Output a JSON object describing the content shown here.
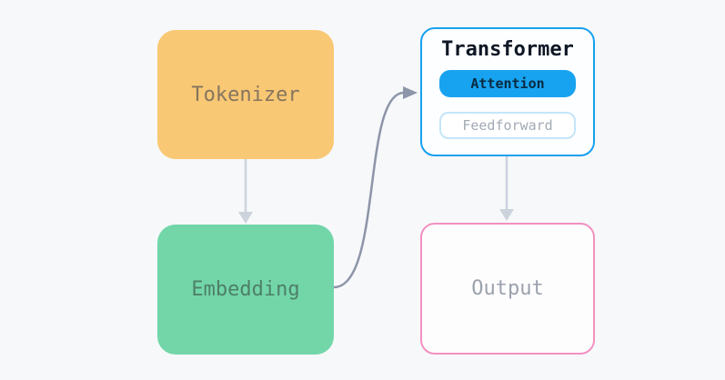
{
  "canvas": {
    "background_color": "#f7f8fa"
  },
  "nodes": {
    "tokenizer": {
      "label": "Tokenizer",
      "fill_color": "#f9c874",
      "text_color": "#85755f"
    },
    "embedding": {
      "label": "Embedding",
      "fill_color": "#72d6a9",
      "text_color": "#4e7f68"
    },
    "transformer": {
      "title": "Transformer",
      "border_color": "#18a0f0",
      "title_color": "#0e1726",
      "children": [
        {
          "label": "Attention",
          "fill_color": "#18a3f0",
          "text_color": "#082a41"
        },
        {
          "label": "Feedforward",
          "border_color": "#c4e5f9",
          "text_color": "#a2aab5"
        }
      ]
    },
    "output": {
      "label": "Output",
      "border_color": "#f291c1",
      "text_color": "#9ba2ad"
    }
  },
  "edges": [
    {
      "from": "tokenizer",
      "to": "embedding",
      "color": "#ccd3dd",
      "style": "straight-down-arrow"
    },
    {
      "from": "embedding",
      "to": "transformer",
      "color": "#8d95a9",
      "style": "s-curve-right-arrow"
    },
    {
      "from": "transformer",
      "to": "output",
      "color": "#ccd3dd",
      "style": "straight-down-arrow"
    }
  ]
}
